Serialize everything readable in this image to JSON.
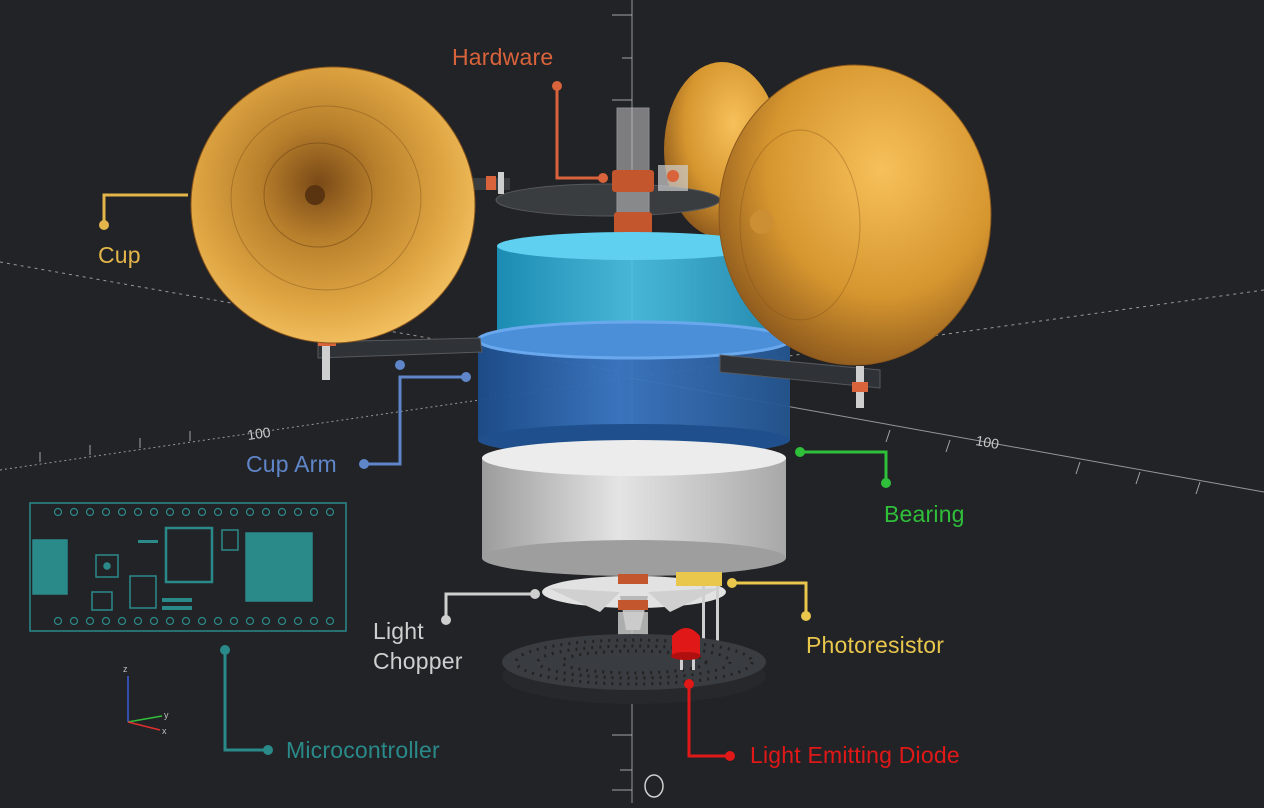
{
  "labels": {
    "hardware": "Hardware",
    "cup": "Cup",
    "cup_arm": "Cup Arm",
    "bearing": "Bearing",
    "light_chopper": "Light\nChopper",
    "photoresistor": "Photoresistor",
    "microcontroller": "Microcontroller",
    "led": "Light Emitting Diode"
  },
  "axes": {
    "tick_left": "100",
    "tick_right": "100",
    "z": "z",
    "y": "y",
    "x": "x"
  },
  "colors": {
    "background": "#222326",
    "hardware": "#d9633a",
    "cup": "#e3b54a",
    "cup_arm": "#5f86c9",
    "bearing": "#2fbf3a",
    "light_chopper": "#cfcfcf",
    "photoresistor": "#e9c64c",
    "microcontroller": "#2a8a8a",
    "led": "#e01818"
  }
}
